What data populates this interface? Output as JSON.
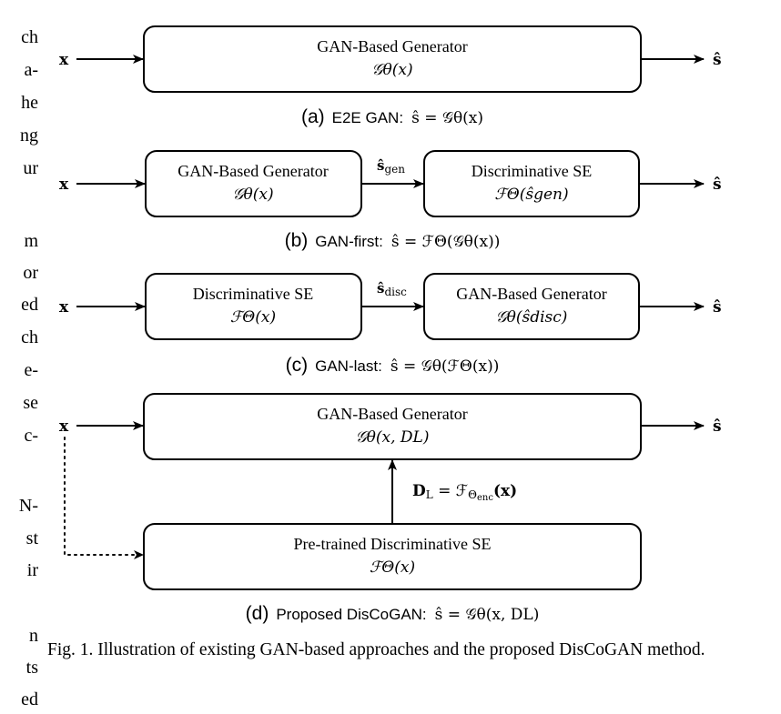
{
  "left_column_fragments": [
    "ch",
    "a-",
    "he",
    "ng",
    "ur",
    "m",
    "or",
    "ed",
    "ch",
    "e-",
    "se",
    "c-",
    "N-",
    "st",
    "ir",
    "n",
    "ts",
    "ed"
  ],
  "symbols": {
    "input": "x",
    "output": "ŝ",
    "s_gen": "ŝ",
    "s_gen_sub": "gen",
    "s_disc": "ŝ",
    "s_disc_sub": "disc",
    "d_l": "D",
    "d_l_sub": "L",
    "d_l_formula": " = ℱ",
    "d_l_formula_sub": "Θ",
    "d_l_formula_subsub": "enc",
    "d_l_formula_arg": "(x)"
  },
  "boxes": {
    "a_gen": {
      "title": "GAN-Based Generator",
      "formula": "𝒢θ(x)"
    },
    "b_gen": {
      "title": "GAN-Based Generator",
      "formula": "𝒢θ(x)"
    },
    "b_disc": {
      "title": "Discriminative SE",
      "formula": "ℱΘ(ŝgen)"
    },
    "c_disc": {
      "title": "Discriminative SE",
      "formula": "ℱΘ(x)"
    },
    "c_gen": {
      "title": "GAN-Based Generator",
      "formula": "𝒢θ(ŝdisc)"
    },
    "d_gen": {
      "title": "GAN-Based Generator",
      "formula": "𝒢θ(x, DL)"
    },
    "d_disc": {
      "title": "Pre-trained Discriminative SE",
      "formula": "ℱΘ(x)"
    }
  },
  "captions": {
    "a": {
      "letter": "(a)",
      "name": "E2E GAN:",
      "eq": "ŝ = 𝒢θ(x)"
    },
    "b": {
      "letter": "(b)",
      "name": "GAN-first:",
      "eq": "ŝ = ℱΘ(𝒢θ(x))"
    },
    "c": {
      "letter": "(c)",
      "name": "GAN-last:",
      "eq": "ŝ = 𝒢θ(ℱΘ(x))"
    },
    "d": {
      "letter": "(d)",
      "name": "Proposed DisCoGAN:",
      "eq": "ŝ = 𝒢θ(x, DL)"
    }
  },
  "figure_caption": "Fig. 1.  Illustration of existing GAN-based approaches and the proposed DisCoGAN method."
}
